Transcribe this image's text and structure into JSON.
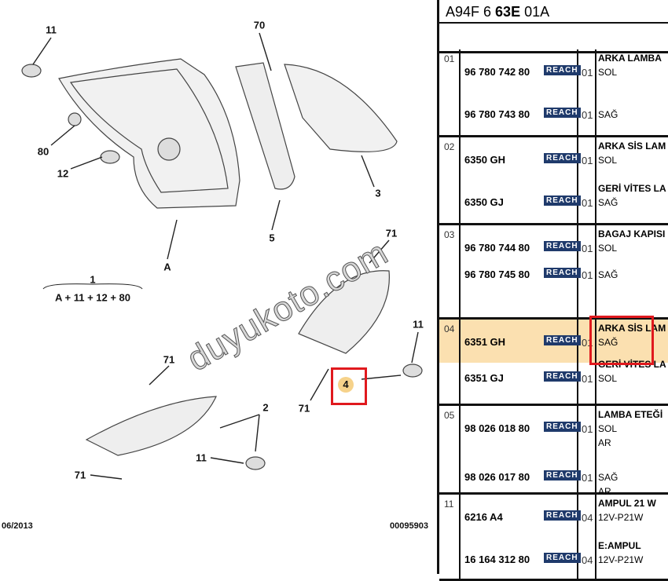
{
  "diagram": {
    "labels": [
      "11",
      "70",
      "80",
      "12",
      "3",
      "5",
      "A",
      "71",
      "1",
      "A + 11 + 12 + 80",
      "11",
      "71",
      "4",
      "71",
      "2",
      "11",
      "71"
    ],
    "date": "06/2013",
    "ref": "00095903",
    "watermark": "duyukoto.com",
    "highlight_color": "#e0191e"
  },
  "table": {
    "code_prefix": "A94F 6 ",
    "code_bold": "63E",
    "code_suffix": " 01A",
    "reach_label": "REACH",
    "reach_color": "#1f3a6b",
    "highlight_bg": "#fbe0b0",
    "groups": [
      {
        "num": "01",
        "rows": [
          {
            "pn": "96 780 742 80",
            "qty": "01",
            "title": "ARKA LAMBA",
            "desc": "SOL"
          },
          {
            "pn": "96 780 743 80",
            "qty": "01",
            "desc": "SAĞ"
          }
        ]
      },
      {
        "num": "02",
        "rows": [
          {
            "pn": "6350 GH",
            "qty": "01",
            "title": "ARKA SİS LAM",
            "desc": "SOL"
          },
          {
            "pn": "6350 GJ",
            "qty": "01",
            "title": "GERİ VİTES LA",
            "desc": "SAĞ"
          }
        ]
      },
      {
        "num": "03",
        "rows": [
          {
            "pn": "96 780 744 80",
            "qty": "01",
            "title": "BAGAJ KAPISI",
            "desc": "SOL"
          },
          {
            "pn": "96 780 745 80",
            "qty": "01",
            "desc": "SAĞ"
          }
        ]
      },
      {
        "num": "04",
        "rows": [
          {
            "pn": "6351 GH",
            "qty": "01",
            "title": "ARKA SİS LAM",
            "desc": "SAĞ"
          },
          {
            "pn": "6351 GJ",
            "qty": "01",
            "title": "GERİ VİTES LA",
            "desc": "SOL"
          }
        ]
      },
      {
        "num": "05",
        "rows": [
          {
            "pn": "98 026 018 80",
            "qty": "01",
            "title": "LAMBA ETEĞİ",
            "desc": "SOL",
            "sub": "AR"
          },
          {
            "pn": "98 026 017 80",
            "qty": "01",
            "desc": "SAĞ",
            "sub": "AR"
          }
        ]
      },
      {
        "num": "11",
        "rows": [
          {
            "pn": "6216 A4",
            "qty": "04",
            "title": "AMPUL 21 W",
            "desc": "12V-P21W"
          },
          {
            "pn": "16 164 312 80",
            "qty": "04",
            "title": "E:AMPUL",
            "desc": "12V-P21W"
          }
        ]
      }
    ]
  }
}
